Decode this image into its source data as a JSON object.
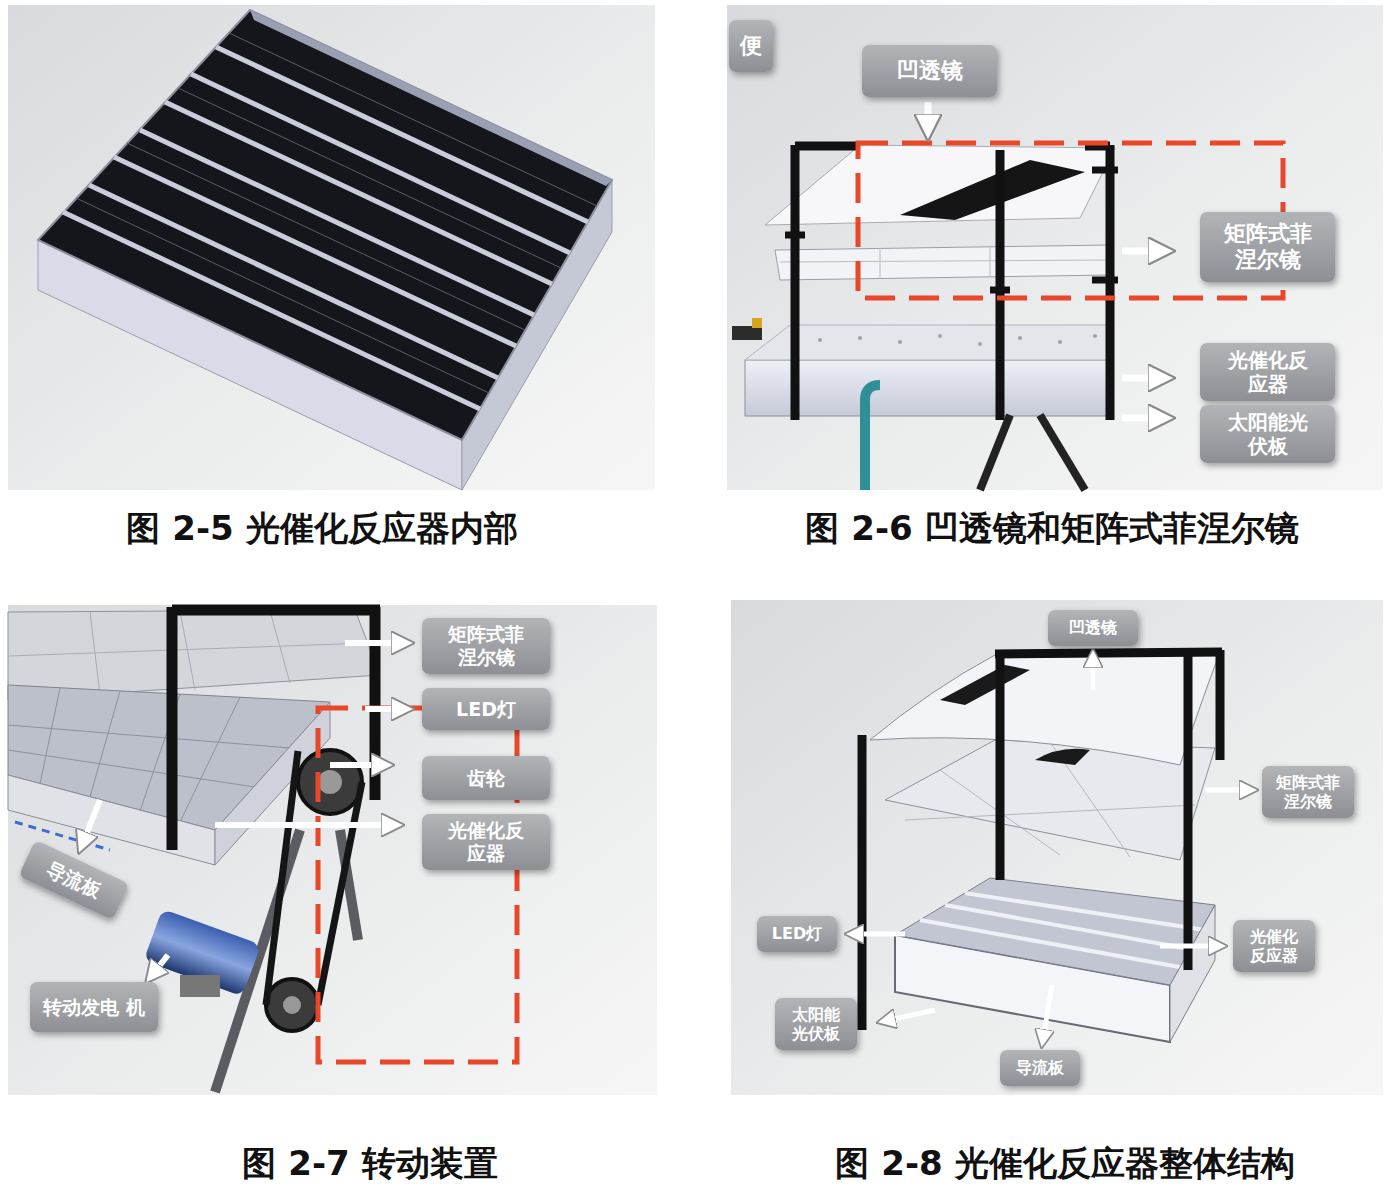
{
  "diagram": {
    "nodes": [
      {
        "text": [
          "便"
        ]
      },
      {
        "text": [
          "凹透镜"
        ]
      },
      {
        "text": [
          "矩阵式菲 涅尔镜"
        ]
      },
      {
        "text": [
          "光催化反 应器"
        ]
      },
      {
        "text": [
          "太阳能光 伏板"
        ]
      },
      {
        "text": [
          "矩阵式菲 涅尔镜"
        ]
      },
      {
        "text": [
          "LED灯"
        ]
      },
      {
        "text": [
          "齿轮"
        ]
      },
      {
        "text": [
          "光催化反 应器"
        ]
      },
      {
        "text": [
          "导流板"
        ]
      },
      {
        "text": [
          "转动发电 机"
        ]
      },
      {
        "text": [
          "凹透镜"
        ]
      },
      {
        "text": [
          "矩阵式菲 涅尔镜"
        ]
      },
      {
        "text": [
          "LED灯"
        ]
      },
      {
        "text": [
          "光催化 反应器"
        ]
      },
      {
        "text": [
          "太阳能 光伏板"
        ]
      },
      {
        "text": [
          "导流板"
        ]
      }
    ],
    "edges": [],
    "labels": [
      "图 2-5 光催化反应器内部",
      "图 2-6 凹透镜和矩阵式菲涅尔镜",
      "图 2-7 转动装置",
      "图 2-8 光催化反应器整体结构"
    ]
  }
}
